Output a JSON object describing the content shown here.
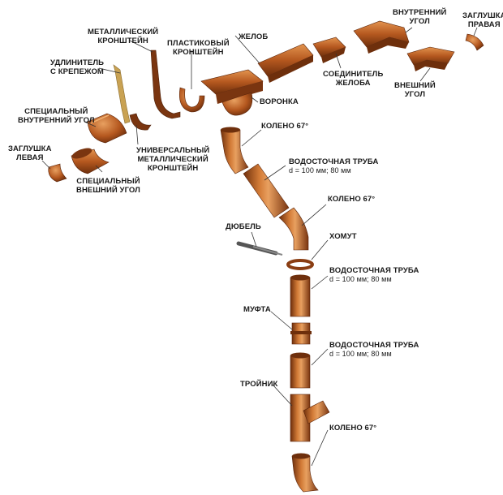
{
  "colors": {
    "copper_dark": "#6e2f0c",
    "copper_mid": "#b5581f",
    "copper_light": "#e3944f",
    "leader": "#333333",
    "bracket_gold": "#c9a253",
    "text": "#1a1a1a"
  },
  "labels": {
    "metal_bracket": [
      "МЕТАЛЛИЧЕСКИЙ",
      "КРОНШТЕЙН"
    ],
    "plastic_bracket": [
      "ПЛАСТИКОВЫЙ",
      "КРОНШТЕЙН"
    ],
    "gutter": "ЖЕЛОБ",
    "inner_corner": [
      "ВНУТРЕННИЙ",
      "УГОЛ"
    ],
    "right_cap": [
      "ЗАГЛУШКА",
      "ПРАВАЯ"
    ],
    "extender": [
      "УДЛИНИТЕЛЬ",
      "С КРЕПЕЖОМ"
    ],
    "gutter_connector": [
      "СОЕДИНИТЕЛЬ",
      "ЖЕЛОБА"
    ],
    "outer_corner": [
      "ВНЕШНИЙ",
      "УГОЛ"
    ],
    "funnel": "ВОРОНКА",
    "special_inner_corner": [
      "СПЕЦИАЛЬНЫЙ",
      "ВНУТРЕННИЙ УГОЛ"
    ],
    "elbow_top": "КОЛЕНО 67°",
    "left_cap": [
      "ЗАГЛУШКА",
      "ЛЕВАЯ"
    ],
    "universal_bracket": [
      "УНИВЕРСАЛЬНЫЙ",
      "МЕТАЛЛИЧЕСКИЙ",
      "КРОНШТЕЙН"
    ],
    "downpipe_1": [
      "ВОДОСТОЧНАЯ ТРУБА",
      "d = 100 мм; 80 мм"
    ],
    "special_outer_corner": [
      "СПЕЦИАЛЬНЫЙ",
      "ВНЕШНИЙ УГОЛ"
    ],
    "elbow_mid": "КОЛЕНО 67°",
    "dowel": "ДЮБЕЛЬ",
    "clamp": "ХОМУТ",
    "downpipe_2": [
      "ВОДОСТОЧНАЯ ТРУБА",
      "d = 100 мм; 80 мм"
    ],
    "coupling": "МУФТА",
    "downpipe_3": [
      "ВОДОСТОЧНАЯ ТРУБА",
      "d = 100 мм; 80 мм"
    ],
    "tee": "ТРОЙНИК",
    "elbow_bottom": "КОЛЕНО 67°"
  }
}
